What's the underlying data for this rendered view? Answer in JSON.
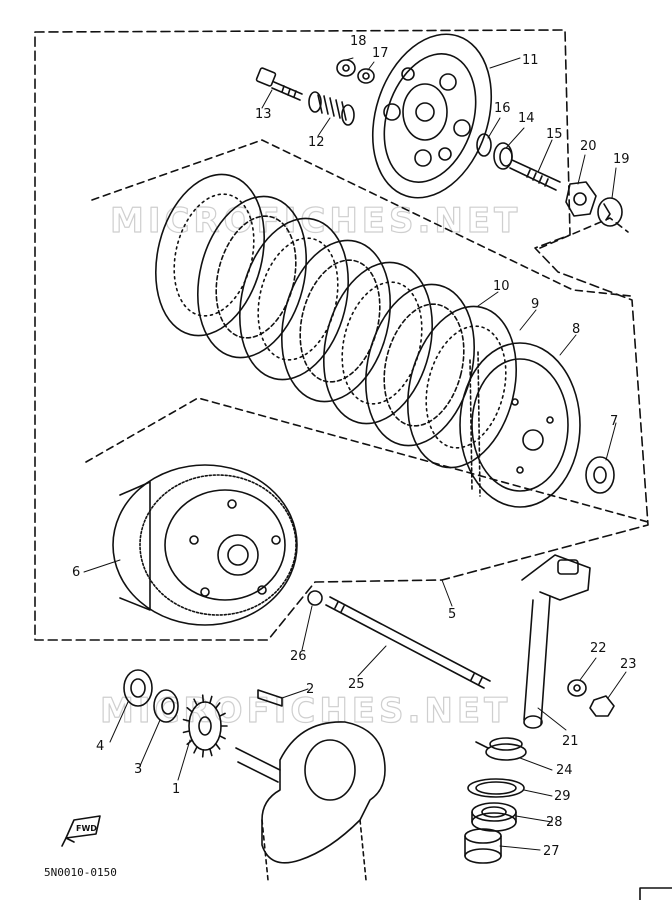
{
  "diagram": {
    "reference_code": "5N0010-0150",
    "forward_marker": "FWD",
    "watermark": "MICROFICHES.NET",
    "callouts": [
      {
        "id": "c1",
        "text": "1"
      },
      {
        "id": "c2",
        "text": "2"
      },
      {
        "id": "c3",
        "text": "3"
      },
      {
        "id": "c4",
        "text": "4"
      },
      {
        "id": "c5",
        "text": "5"
      },
      {
        "id": "c6",
        "text": "6"
      },
      {
        "id": "c7",
        "text": "7"
      },
      {
        "id": "c8",
        "text": "8"
      },
      {
        "id": "c9",
        "text": "9"
      },
      {
        "id": "c10",
        "text": "10"
      },
      {
        "id": "c11",
        "text": "11"
      },
      {
        "id": "c12",
        "text": "12"
      },
      {
        "id": "c13",
        "text": "13"
      },
      {
        "id": "c14",
        "text": "14"
      },
      {
        "id": "c15",
        "text": "15"
      },
      {
        "id": "c16",
        "text": "16"
      },
      {
        "id": "c17",
        "text": "17"
      },
      {
        "id": "c18",
        "text": "18"
      },
      {
        "id": "c19",
        "text": "19"
      },
      {
        "id": "c20",
        "text": "20"
      },
      {
        "id": "c21",
        "text": "21"
      },
      {
        "id": "c22",
        "text": "22"
      },
      {
        "id": "c23",
        "text": "23"
      },
      {
        "id": "c24",
        "text": "24"
      },
      {
        "id": "c25",
        "text": "25"
      },
      {
        "id": "c26",
        "text": "26"
      },
      {
        "id": "c27",
        "text": "27"
      },
      {
        "id": "c28",
        "text": "28"
      },
      {
        "id": "c29",
        "text": "29"
      }
    ]
  }
}
